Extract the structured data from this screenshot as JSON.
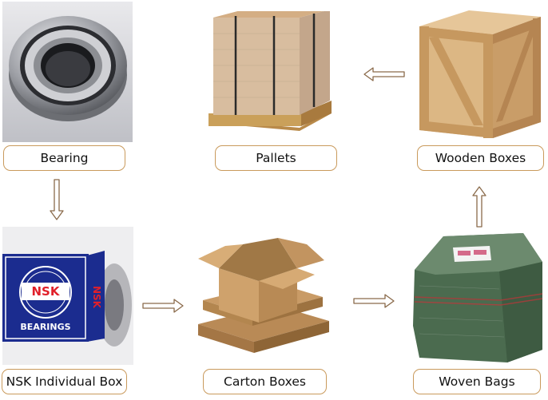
{
  "nodes": {
    "bearing": {
      "label": "Bearing"
    },
    "pallets": {
      "label": "Pallets"
    },
    "wooden_boxes": {
      "label": "Wooden Boxes"
    },
    "nsk_box": {
      "label": "NSK Individual Box",
      "brand": "NSK",
      "sub": "BEARINGS"
    },
    "carton_boxes": {
      "label": "Carton Boxes"
    },
    "woven_bags": {
      "label": "Woven Bags"
    }
  },
  "colors": {
    "label_border": "#c99a5c",
    "arrow_stroke": "#8a6a4a",
    "arrow_fill": "#ffffff",
    "nsk_blue": "#1b2c8f",
    "nsk_red": "#e0202a",
    "wood": "#d9b07a",
    "cardboard": "#c9a173",
    "woven": "#4b6b4f"
  }
}
